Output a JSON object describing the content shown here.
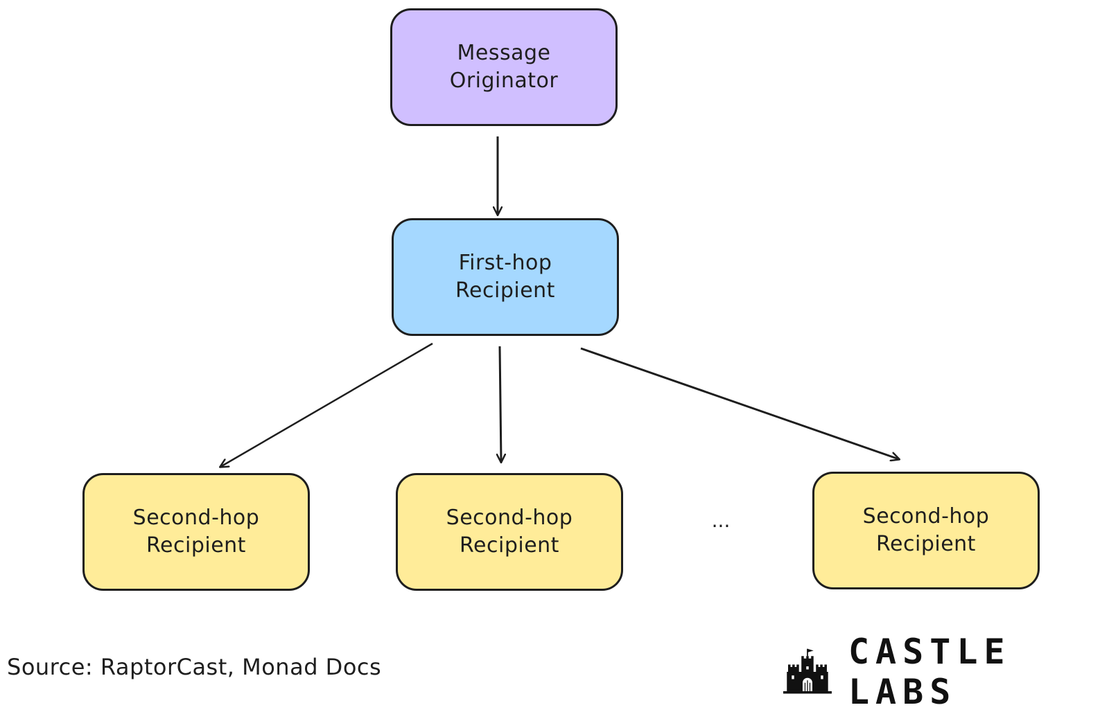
{
  "diagram": {
    "nodes": {
      "originator": {
        "line1": "Message",
        "line2": "Originator",
        "fill": "#d0bfff"
      },
      "first_hop": {
        "line1": "First-hop",
        "line2": "Recipient",
        "fill": "#a5d8ff"
      },
      "second_hop_1": {
        "line1": "Second-hop",
        "line2": "Recipient",
        "fill": "#ffec99"
      },
      "second_hop_2": {
        "line1": "Second-hop",
        "line2": "Recipient",
        "fill": "#ffec99"
      },
      "second_hop_3": {
        "line1": "Second-hop",
        "line2": "Recipient",
        "fill": "#ffec99"
      }
    },
    "ellipsis": "...",
    "edges": [
      {
        "from": "originator",
        "to": "first_hop"
      },
      {
        "from": "first_hop",
        "to": "second_hop_1"
      },
      {
        "from": "first_hop",
        "to": "second_hop_2"
      },
      {
        "from": "first_hop",
        "to": "second_hop_3"
      }
    ]
  },
  "footer": {
    "source": "Source: RaptorCast, Monad Docs",
    "brand_name": "CASTLE LABS",
    "brand_icon": "castle-icon"
  }
}
